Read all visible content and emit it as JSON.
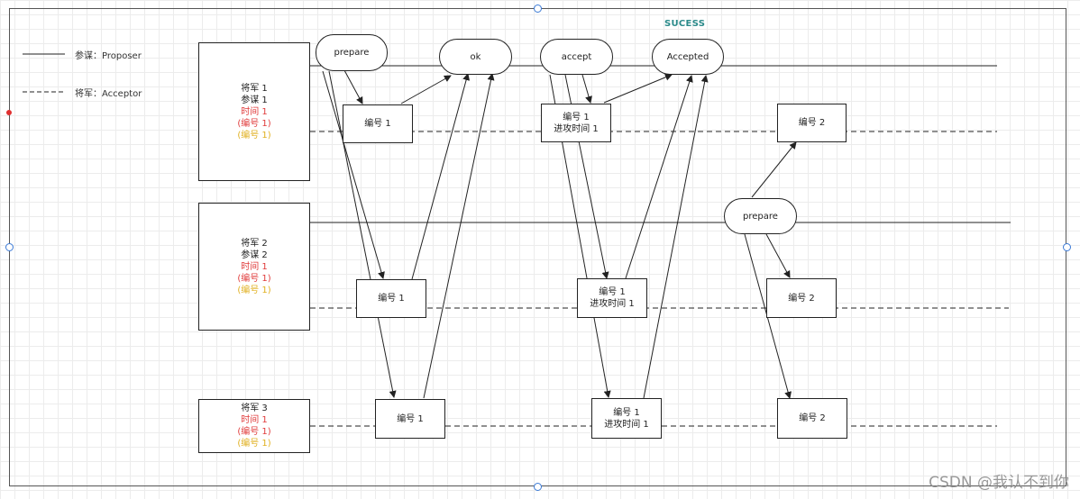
{
  "legend": {
    "proposer": "参谋：Proposer",
    "acceptor": "将军：Acceptor"
  },
  "generals": [
    {
      "lines": [
        {
          "text": "将军 1",
          "color": "#222222"
        },
        {
          "text": "参谋 1",
          "color": "#222222"
        },
        {
          "text": "时间 1",
          "color": "#e03b3b"
        },
        {
          "text": "(编号 1)",
          "color": "#e03b3b"
        },
        {
          "text": "(编号 1)",
          "color": "#e0b020"
        }
      ]
    },
    {
      "lines": [
        {
          "text": "将军 2",
          "color": "#222222"
        },
        {
          "text": "参谋 2",
          "color": "#222222"
        },
        {
          "text": "时间 1",
          "color": "#e03b3b"
        },
        {
          "text": "(编号 1)",
          "color": "#e03b3b"
        },
        {
          "text": "(编号 1)",
          "color": "#e0b020"
        }
      ]
    },
    {
      "lines": [
        {
          "text": "将军 3",
          "color": "#222222"
        },
        {
          "text": "时间 1",
          "color": "#e03b3b"
        },
        {
          "text": "(编号 1)",
          "color": "#e03b3b"
        },
        {
          "text": "(编号 1)",
          "color": "#e0b020"
        }
      ]
    }
  ],
  "pills": {
    "prepare1": "prepare",
    "ok": "ok",
    "accept": "accept",
    "accepted": "Accepted",
    "prepare2": "prepare"
  },
  "success_label": "SUCESS",
  "boxes": {
    "r1_num1": [
      "编号 1"
    ],
    "r1_accept": [
      "编号 1",
      "进攻时间 1"
    ],
    "r1_num2": [
      "编号 2"
    ],
    "r2_num1": [
      "编号 1"
    ],
    "r2_accept": [
      "编号 1",
      "进攻时间 1"
    ],
    "r2_num2": [
      "编号 2"
    ],
    "r3_num1": [
      "编号 1"
    ],
    "r3_accept": [
      "编号 1",
      "进攻时间 1"
    ],
    "r3_num2": [
      "编号 2"
    ]
  },
  "watermark": "CSDN @我认不到你"
}
